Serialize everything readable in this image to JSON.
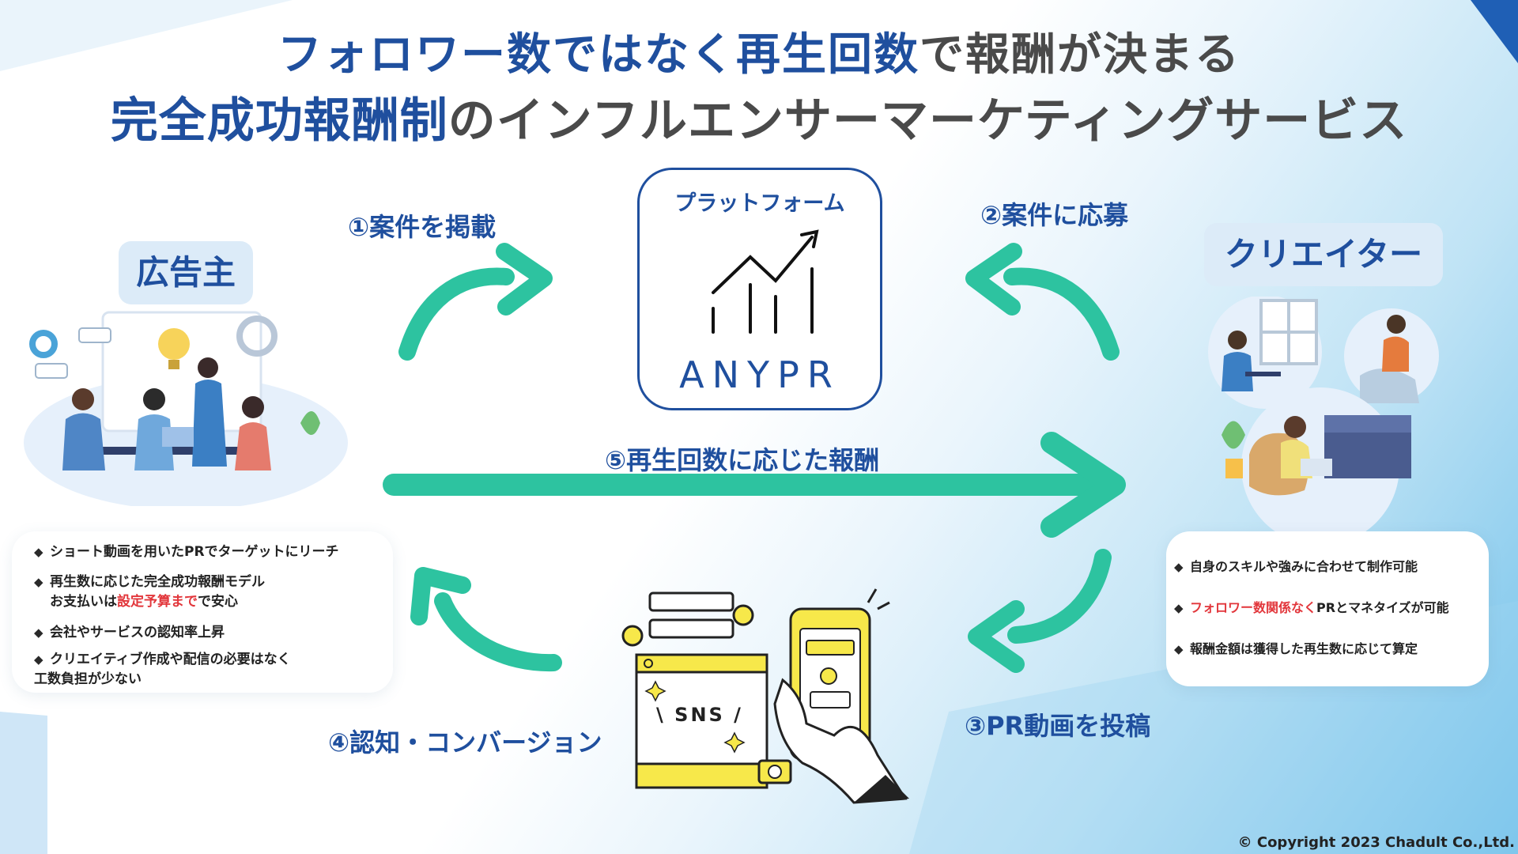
{
  "title": {
    "line1_blue": "フォロワー数ではなく再生回数",
    "line1_gray": "で報酬が決まる",
    "line2_blue": "完全成功報酬制",
    "line2_gray": "のインフルエンサーマーケティングサービス"
  },
  "platform": {
    "title": "プラットフォーム",
    "brand": "ANYPR"
  },
  "roles": {
    "advertiser": "広告主",
    "creator": "クリエイター"
  },
  "steps": {
    "step1": "①案件を掲載",
    "step2": "②案件に応募",
    "step3": "③PR動画を投稿",
    "step4": "④認知・コンバージョン",
    "step5": "⑤再生回数に応じた報酬"
  },
  "advertiser_points": {
    "p1": "ショート動画を用いたPRでターゲットにリーチ",
    "p2_line1": "再生数に応じた完全成功報酬モデル",
    "p2_line2_pre": "お支払いは",
    "p2_line2_red": "設定予算まで",
    "p2_line2_post": "で安心",
    "p3": "会社やサービスの認知率上昇",
    "p4_line1": "クリエイティブ作成や配信の必要はなく",
    "p4_line2": "工数負担が少ない"
  },
  "creator_points": {
    "p1": "自身のスキルや強みに合わせて制作可能",
    "p2_red": "フォロワー数関係なく",
    "p2_post": "PRとマネタイズが可能",
    "p3": "報酬金額は獲得した再生数に応じて算定"
  },
  "sns_label": "\\ SNS /",
  "copyright": "© Copyright 2023 Chadult Co.,Ltd.",
  "colors": {
    "brand_blue": "#1f4f9e",
    "arrow_green": "#2dc3a0",
    "accent_red": "#e2363b",
    "sns_yellow": "#f7e84a"
  }
}
